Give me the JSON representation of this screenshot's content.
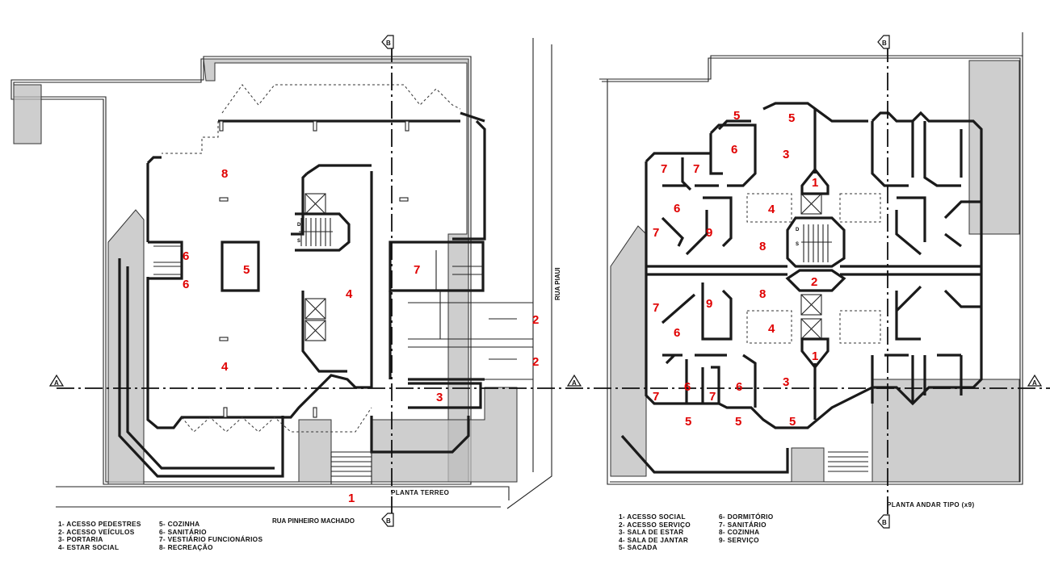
{
  "ground_floor": {
    "title": "PLANTA TERREO",
    "street_bottom": "RUA PINHEIRO MACHADO",
    "street_right": "RUA PIAUI",
    "section_marks": {
      "a": "A",
      "b": "B"
    },
    "room_numbers": [
      "8",
      "6",
      "6",
      "5",
      "4",
      "7",
      "4",
      "2",
      "2",
      "3",
      "1"
    ],
    "legend_col1": [
      "1- ACESSO PEDESTRES",
      "2- ACESSO VEÍCULOS",
      "3- PORTARIA",
      "4- ESTAR SOCIAL"
    ],
    "legend_col2": [
      "5- COZINHA",
      "6- SANITÁRIO",
      "7- VESTIÁRIO FUNCIONÁRIOS",
      "8- RECREAÇÃO"
    ]
  },
  "typical_floor": {
    "title": "PLANTA ANDAR TIPO (x9)",
    "section_marks": {
      "a": "A",
      "b": "B"
    },
    "room_numbers": [
      "5",
      "5",
      "6",
      "3",
      "7",
      "7",
      "1",
      "6",
      "4",
      "7",
      "9",
      "8",
      "2",
      "7",
      "9",
      "8",
      "6",
      "4",
      "1",
      "7",
      "6",
      "7",
      "6",
      "3",
      "5",
      "5",
      "5"
    ],
    "legend_col1": [
      "1- ACESSO SOCIAL",
      "2- ACESSO SERVIÇO",
      "3- SALA DE ESTAR",
      "4- SALA DE JANTAR",
      "5- SACADA"
    ],
    "legend_col2": [
      "6- DORMITÓRIO",
      "7- SANITÁRIO",
      "8- COZINHA",
      "9- SERVIÇO"
    ]
  },
  "stair_labels": {
    "down": "D",
    "up": "S"
  },
  "colors": {
    "room_number": "#e00000",
    "garden": "#bdbdbd",
    "line": "#1a1a1a"
  }
}
